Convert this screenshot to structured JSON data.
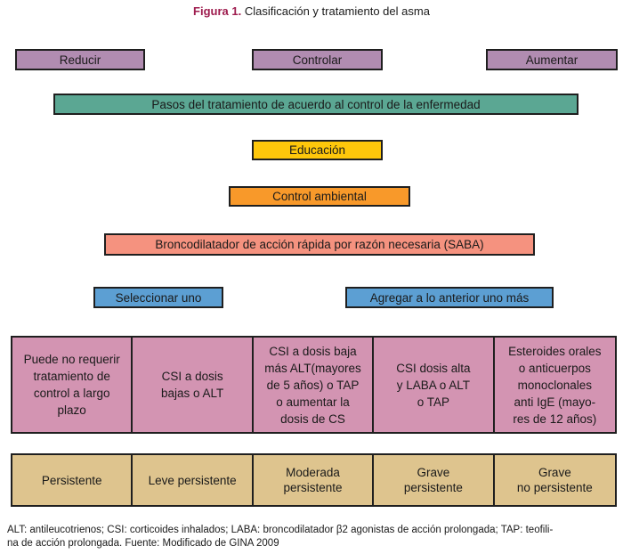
{
  "title": {
    "label": "Figura 1.",
    "text": " Clasificación y tratamiento del asma"
  },
  "top_row": {
    "reduce": "Reducir",
    "control": "Controlar",
    "increase": "Aumentar"
  },
  "bars": {
    "steps": "Pasos del tratamiento de acuerdo al control de la enfermedad",
    "education": "Educación",
    "environment": "Control ambiental",
    "saba": "Broncodilatador de acción rápida por razón necesaria (SABA)",
    "select_one": "Seleccionar uno",
    "add_more": "Agregar a lo anterior uno más"
  },
  "treatments": [
    "Puede no requerir\ntratamiento de\ncontrol a largo\nplazo",
    "CSI a dosis\nbajas o ALT",
    "CSI a dosis baja\nmás ALT(mayores\nde 5 años) o TAP\no aumentar la\ndosis de CS",
    "CSI dosis alta\ny LABA o ALT\no TAP",
    "Esteroides orales\no anticuerpos\nmonoclonales\nanti IgE (mayo-\nres de 12 años)"
  ],
  "severity": [
    "Persistente",
    "Leve persistente",
    "Moderada\npersistente",
    "Grave\npersistente",
    "Grave\nno persistente"
  ],
  "footnote": "ALT: antileucotrienos; CSI: corticoides inhalados; LABA: broncodilatador β2 agonistas de acción prolongada; TAP: teofili-\nna de acción prolongada. Fuente: Modificado de GINA 2009",
  "colors": {
    "title_label": "#9e1c4e",
    "purple": "#b18cb1",
    "teal": "#5ba793",
    "yellow": "#fec70b",
    "orange": "#f8992a",
    "salmon": "#f5927f",
    "blue": "#5c9fd3",
    "pink_row": "#d394b2",
    "tan_row": "#dec48e",
    "border": "#1f1f1f"
  }
}
